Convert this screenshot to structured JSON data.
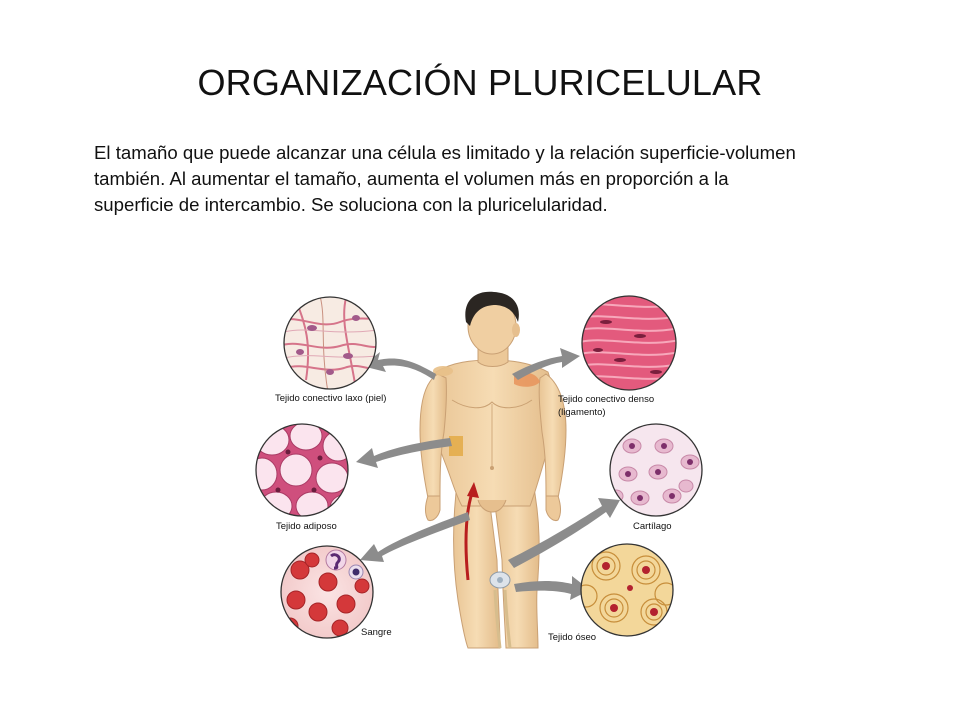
{
  "slide": {
    "title": "ORGANIZACIÓN PLURICELULAR",
    "paragraph_lines": [
      "El tamaño que puede alcanzar una célula es limitado y la relación superficie-volumen",
      "también. Al aumentar el tamaño, aumenta el volumen más en proporción a la",
      "superficie de intercambio. Se soluciona con la pluricelularidad."
    ]
  },
  "figure": {
    "labels": {
      "loose_connective": "Tejido conectivo laxo (piel)",
      "dense_connective_1": "Tejido conectivo denso",
      "dense_connective_2": "(ligamento)",
      "adipose": "Tejido adiposo",
      "cartilage": "Cartílago",
      "blood": "Sangre",
      "bone": "Tejido óseo"
    },
    "colors": {
      "skin": "#f1d3a6",
      "arrow": "#8c8c8c",
      "artery": "#b81e1e",
      "hair": "#2b2622"
    }
  }
}
